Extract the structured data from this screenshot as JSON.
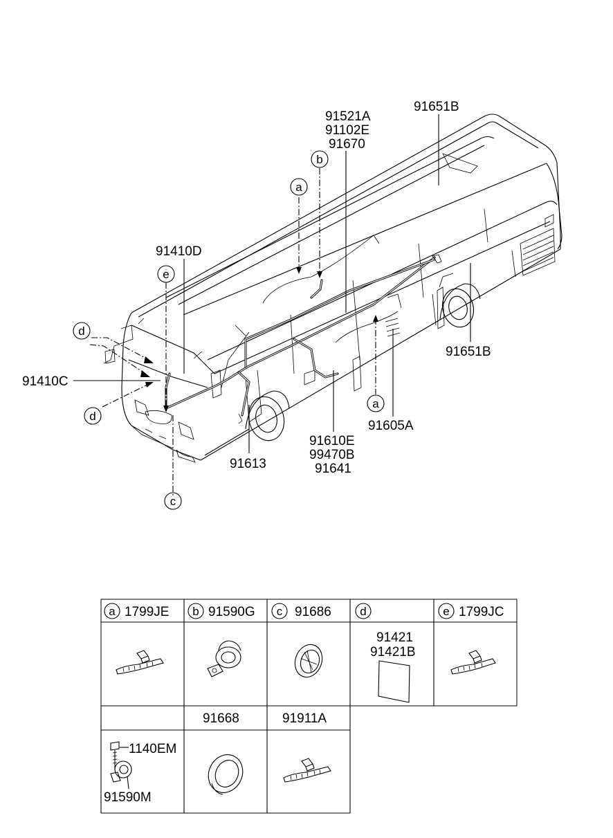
{
  "labels": {
    "l_91651B_top": "91651B",
    "l_91521A": "91521A",
    "l_91102E": "91102E",
    "l_91670": "91670",
    "l_91410D": "91410D",
    "l_91410C": "91410C",
    "l_91651B_right": "91651B",
    "l_91605A": "91605A",
    "l_91610E": "91610E",
    "l_99470B": "99470B",
    "l_91641": "91641",
    "l_91613": "91613"
  },
  "callouts": {
    "a_top": "a",
    "b_top": "b",
    "e_left": "e",
    "d_upper": "d",
    "d_lower": "d",
    "c_bottom": "c",
    "a_bottom": "a"
  },
  "parts_table": {
    "cells": {
      "a": {
        "letter": "a",
        "part": "1799JE"
      },
      "b": {
        "letter": "b",
        "part": "91590G"
      },
      "c": {
        "letter": "c",
        "part": "91686"
      },
      "d": {
        "letter": "d",
        "part_1": "91421",
        "part_2": "91421B"
      },
      "e": {
        "letter": "e",
        "part": "1799JC"
      },
      "row2_col2": {
        "part": "91668"
      },
      "row2_col3": {
        "part": "91911A"
      },
      "row2_col1": {
        "part_bolt": "1140EM",
        "part_clip": "91590M"
      }
    }
  }
}
